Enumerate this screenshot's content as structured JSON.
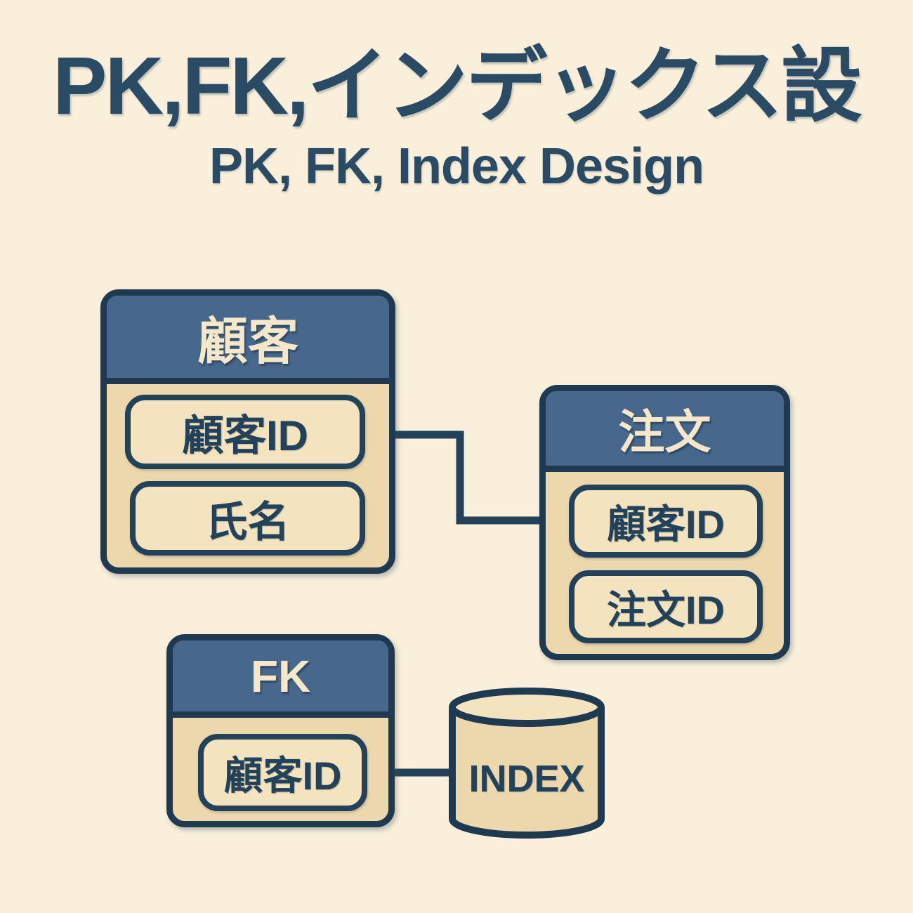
{
  "title": "PK,FK,インデックス設",
  "subtitle": "PK, FK, Index Design",
  "tables": {
    "customer": {
      "title": "顧客",
      "fields": [
        "顧客ID",
        "氏名"
      ]
    },
    "order": {
      "title": "注文",
      "fields": [
        "顧客ID",
        "注文ID"
      ]
    },
    "fk": {
      "title": "FK",
      "fields": [
        "顧客ID"
      ]
    }
  },
  "index_cylinder": {
    "label": "INDEX"
  },
  "relationships": [
    "顧客.顧客ID → 注文.顧客ID",
    "FK.顧客ID → INDEX"
  ],
  "colors": {
    "background": "#f9efda",
    "table_body": "#ecd8ac",
    "field_fill": "#f3e3bf",
    "header_blue": "#47688c",
    "border_navy": "#1e3950",
    "line_navy": "#24415a",
    "title_text": "#2b4a63",
    "header_text": "#f5e8ca"
  }
}
